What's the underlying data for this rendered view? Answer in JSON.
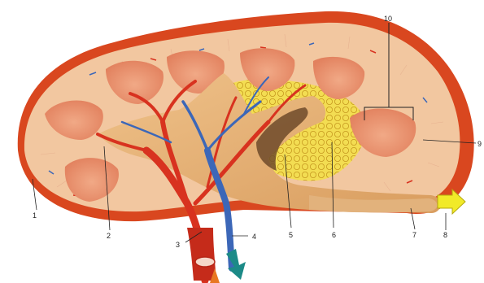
{
  "figure": {
    "labels": [
      {
        "id": "1",
        "text": "1"
      },
      {
        "id": "2",
        "text": "2"
      },
      {
        "id": "3",
        "text": "3"
      },
      {
        "id": "4",
        "text": "4"
      },
      {
        "id": "5",
        "text": "5"
      },
      {
        "id": "6",
        "text": "6"
      },
      {
        "id": "7",
        "text": "7"
      },
      {
        "id": "8",
        "text": "8"
      },
      {
        "id": "9",
        "text": "9"
      },
      {
        "id": "10",
        "text": "10"
      }
    ]
  },
  "colors": {
    "capsule": "#d9471f",
    "cortex": "#f2c7a0",
    "medulla": "#e58f6a",
    "pelvis": "#e7b77c",
    "artery": "#d8321f",
    "vein": "#3c67b8",
    "fat": "#f3dd52",
    "arrow_yellow": "#f1ea28",
    "arrow_teal": "#1c8a87",
    "arrow_orange": "#e87722"
  }
}
